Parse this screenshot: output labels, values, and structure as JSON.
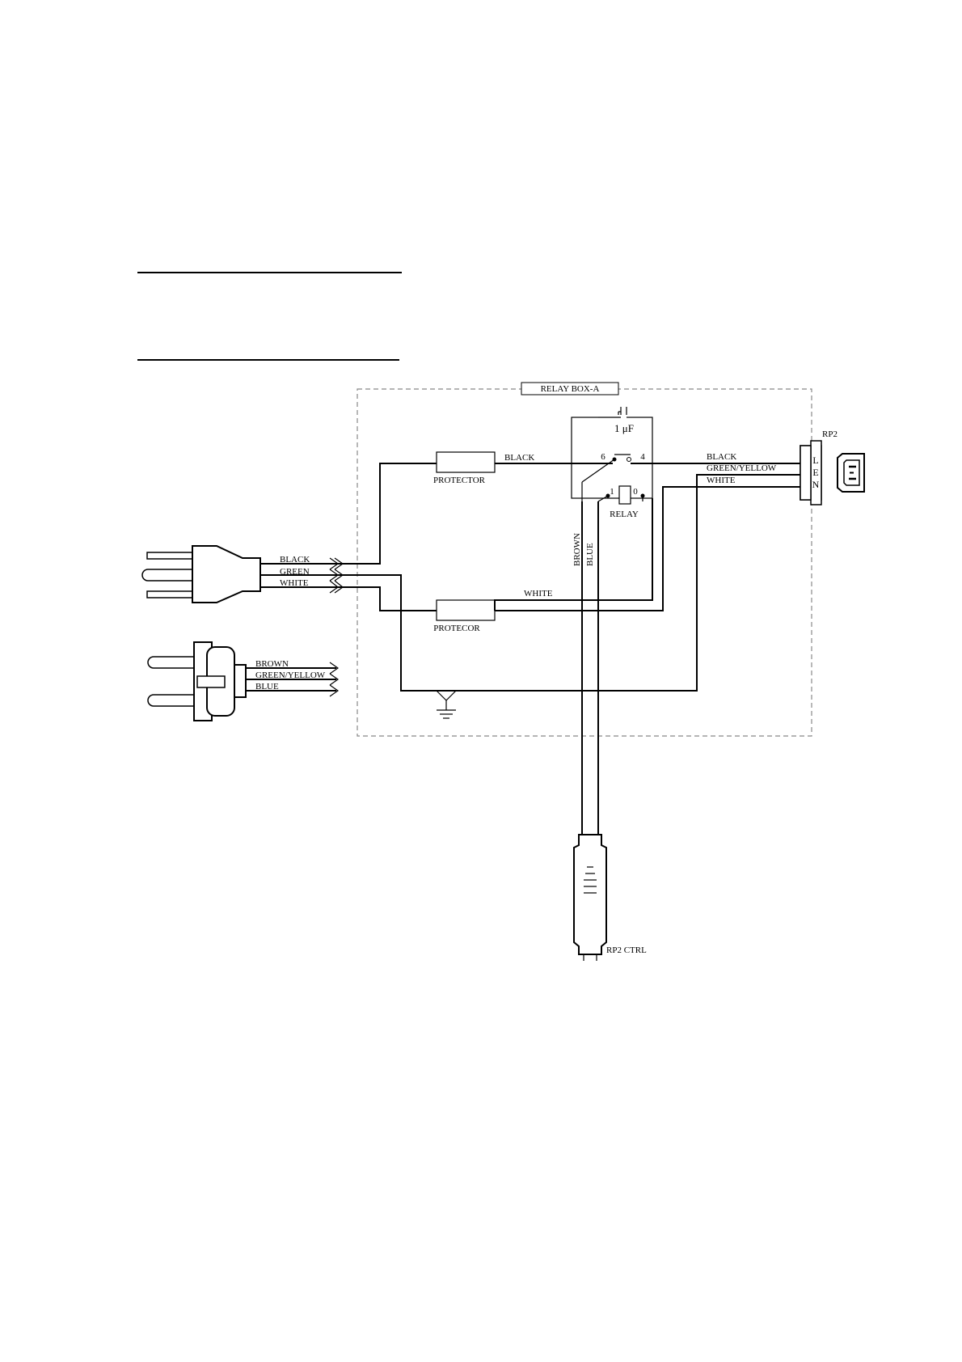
{
  "diagram": {
    "relay_box_label": "RELAY BOX-A",
    "capacitor_label": "1 μF",
    "protector_top_label": "PROTECTOR",
    "protector_bottom_label": "PROTECOR",
    "relay_label": "RELAY",
    "contact_6": "6",
    "contact_4": "4",
    "contact_1": "1",
    "contact_0": "0",
    "wire_black_protector": "BLACK",
    "wire_white_protector": "WHITE",
    "plug1_wires": [
      "BLACK",
      "GREEN",
      "WHITE"
    ],
    "plug2_wires": [
      "BROWN",
      "GREEN/YELLOW",
      "BLUE"
    ],
    "output_wires": [
      "BLACK",
      "GREEN/YELLOW",
      "WHITE"
    ],
    "ctrl_wires": [
      "BROWN",
      "BLUE"
    ],
    "rp2_label": "RP2",
    "rp2_terminals": [
      "L",
      "E",
      "N"
    ],
    "rp2_ctrl_label": "RP2 CTRL"
  }
}
